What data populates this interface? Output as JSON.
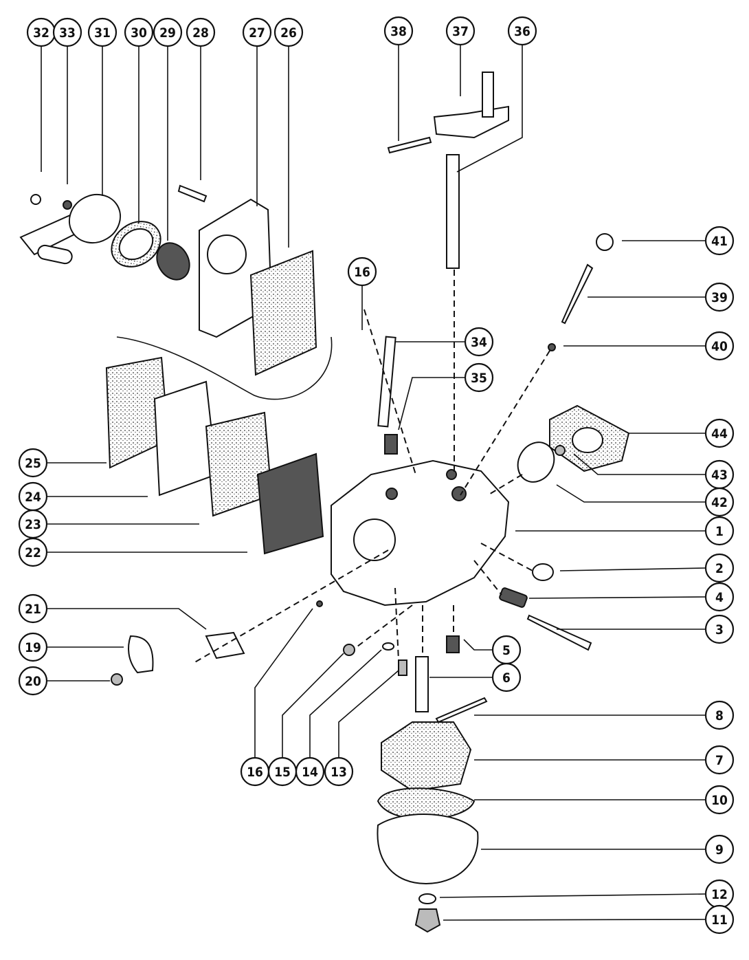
{
  "diagram": {
    "callouts": [
      "32",
      "33",
      "31",
      "30",
      "29",
      "28",
      "27",
      "26",
      "38",
      "37",
      "36",
      "41",
      "39",
      "40",
      "44",
      "43",
      "42",
      "1",
      "2",
      "4",
      "3",
      "8",
      "7",
      "10",
      "9",
      "12",
      "11",
      "16",
      "34",
      "35",
      "5",
      "6",
      "25",
      "24",
      "23",
      "22",
      "21",
      "19",
      "20",
      "16",
      "15",
      "14",
      "13"
    ]
  }
}
